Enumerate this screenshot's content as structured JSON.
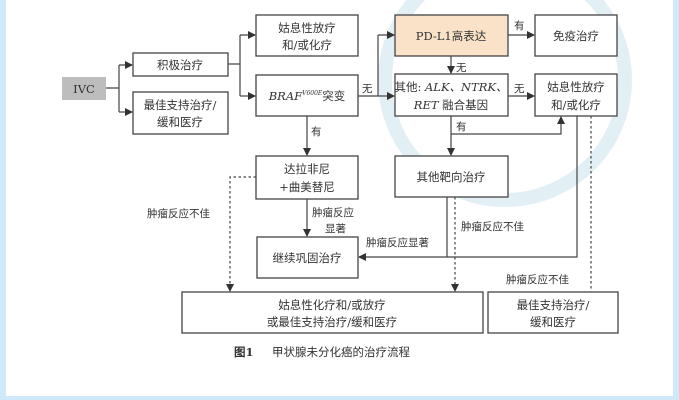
{
  "nodes": {
    "ivc": "IVC",
    "active": "积极治疗",
    "support1": [
      "最佳支持治疗/",
      "缓和医疗"
    ],
    "palliative_top": [
      "姑息性放疗",
      "和/或化疗"
    ],
    "braf": {
      "gene": "BRAF",
      "sup": "V600E",
      "suffix": "突变"
    },
    "dabrafenib": [
      "达拉非尼",
      "+曲美替尼"
    ],
    "consolidate": "继续巩固治疗",
    "pdl1": "PD-L1高表达",
    "immuno": "免疫治疗",
    "other": {
      "prefix": "其他: ",
      "genes1": "ALK、NTRK、",
      "genes2": "RET",
      "suffix": " 融合基因"
    },
    "palliative_right": [
      "姑息性放疗",
      "和/或化疗"
    ],
    "other_target": "其他靶向治疗",
    "bottom_main": [
      "姑息性化疗和/或放疗",
      "或最佳支持治疗/缓和医疗"
    ],
    "bottom_right": [
      "最佳支持治疗/",
      "缓和医疗"
    ]
  },
  "edge_labels": {
    "yes": "有",
    "no": "无",
    "poor": "肿瘤反应不佳",
    "good": "肿瘤反应显著",
    "good_split": [
      "肿瘤反应",
      "显著"
    ]
  },
  "caption": {
    "label": "图1",
    "text": "甲状腺未分化癌的治疗流程"
  },
  "colors": {
    "ivc_fill": "#bdbdbd",
    "pdl1_fill": "#f9e2c8",
    "frame": "#cfe9fb"
  }
}
